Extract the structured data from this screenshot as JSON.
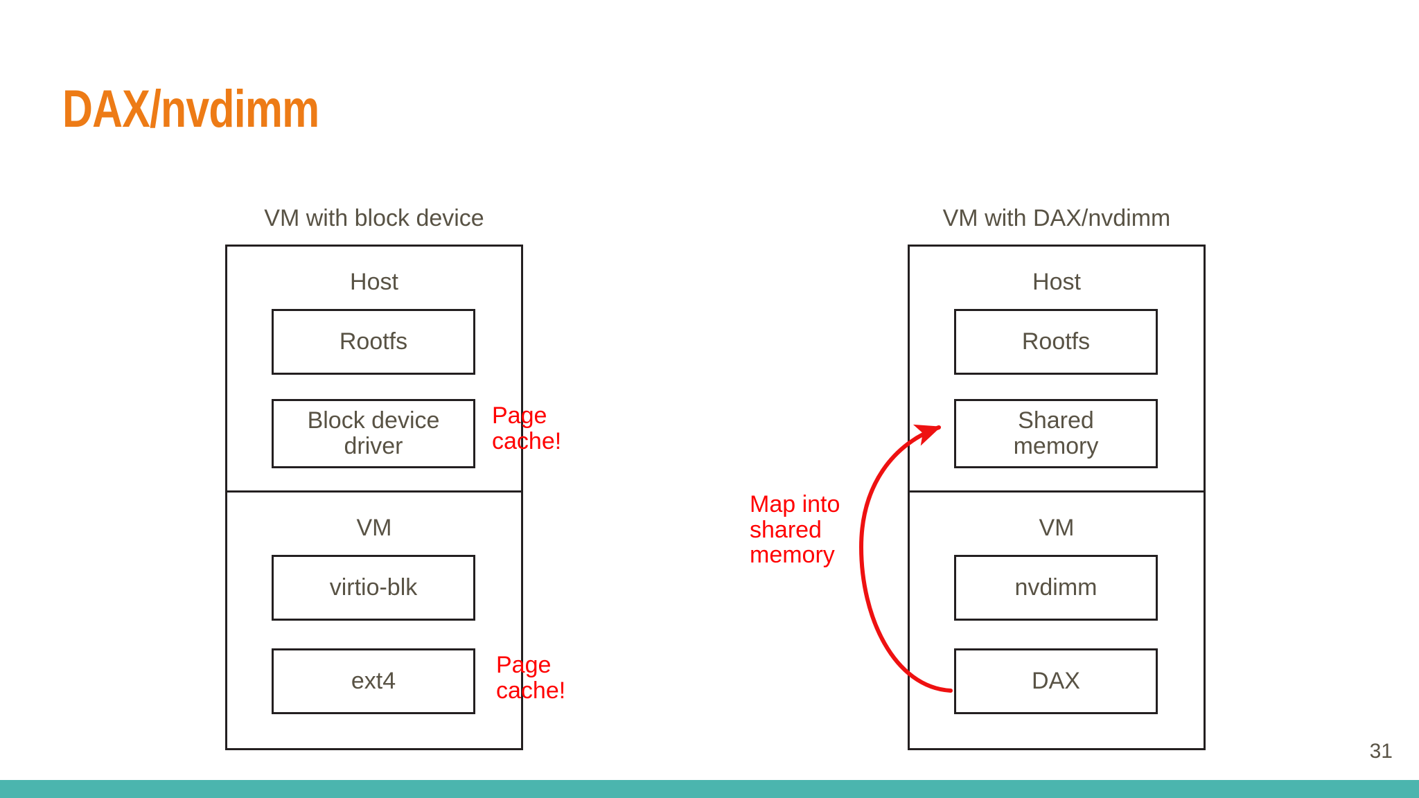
{
  "slide": {
    "title": "DAX/nvdimm",
    "page_number": "31",
    "title_color": "#ED7B16",
    "text_color": "#585244",
    "accent_color": "#FF0000",
    "footer_color": "#4BB5AE",
    "border_color": "#231f20"
  },
  "left_diagram": {
    "caption": "VM with block device",
    "sections": [
      {
        "label": "Host",
        "boxes": [
          {
            "label": "Rootfs"
          },
          {
            "label": "Block device\ndriver"
          }
        ]
      },
      {
        "label": "VM",
        "boxes": [
          {
            "label": "virtio-blk"
          },
          {
            "label": "ext4"
          }
        ]
      }
    ],
    "annotations": [
      {
        "text": "Page\ncache!"
      },
      {
        "text": "Page\ncache!"
      }
    ]
  },
  "right_diagram": {
    "caption": "VM with DAX/nvdimm",
    "sections": [
      {
        "label": "Host",
        "boxes": [
          {
            "label": "Rootfs"
          },
          {
            "label": "Shared\nmemory"
          }
        ]
      },
      {
        "label": "VM",
        "boxes": [
          {
            "label": "nvdimm"
          },
          {
            "label": "DAX"
          }
        ]
      }
    ],
    "annotations": [
      {
        "text": "Map into\nshared\nmemory"
      }
    ]
  }
}
